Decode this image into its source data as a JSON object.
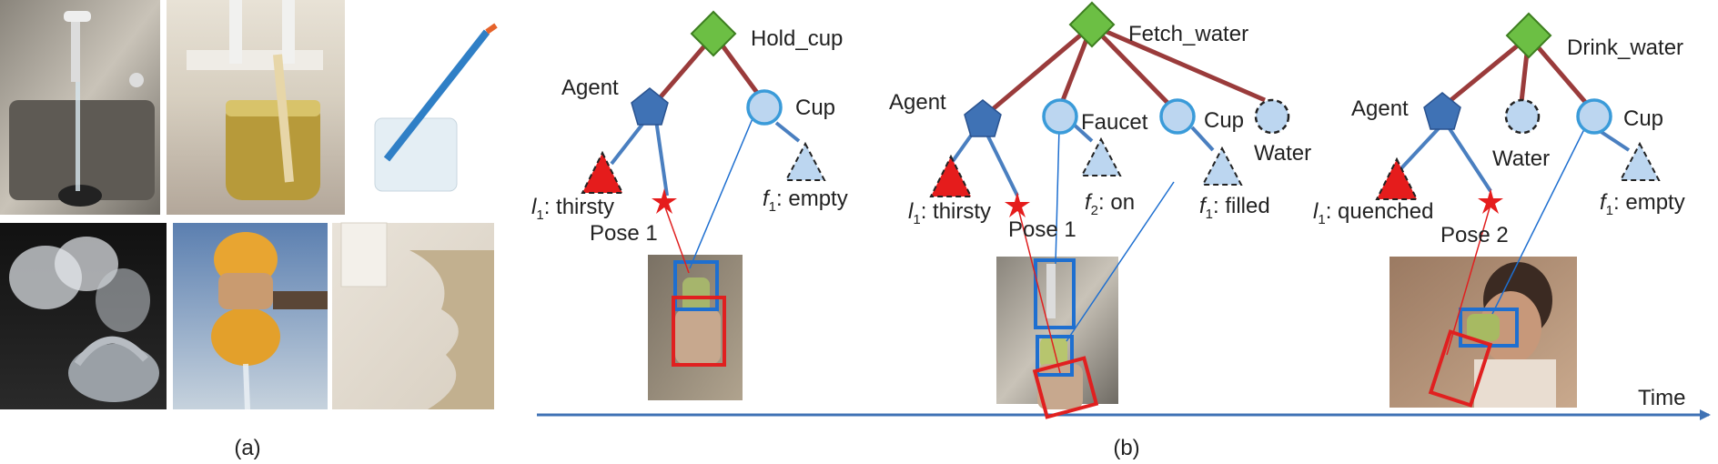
{
  "panel_a": {
    "caption": "(a)",
    "photos": [
      {
        "id": "faucet-sink-photo"
      },
      {
        "id": "juice-jar-photo"
      },
      {
        "id": "pencil-glass-photo"
      },
      {
        "id": "kettle-steam-photo"
      },
      {
        "id": "squeeze-sponge-photo"
      },
      {
        "id": "wet-floor-photo"
      }
    ]
  },
  "panel_b": {
    "caption": "(b)",
    "time_label": "Time",
    "graphs": [
      {
        "action": "Hold_cup",
        "agent": "Agent",
        "cup": "Cup",
        "fluent_agent": {
          "sym": "l",
          "sub": "1",
          "text": ": thirsty"
        },
        "fluent_cup": {
          "sym": "f",
          "sub": "1",
          "text": ": empty"
        },
        "pose": "Pose 1"
      },
      {
        "action": "Fetch_water",
        "agent": "Agent",
        "faucet": "Faucet",
        "cup": "Cup",
        "water": "Water",
        "fluent_agent": {
          "sym": "l",
          "sub": "1",
          "text": ": thirsty"
        },
        "fluent_faucet": {
          "sym": "f",
          "sub": "2",
          "text": ": on"
        },
        "fluent_cup": {
          "sym": "f",
          "sub": "1",
          "text": ": filled"
        },
        "pose": "Pose 1"
      },
      {
        "action": "Drink_water",
        "agent": "Agent",
        "water": "Water",
        "cup": "Cup",
        "fluent_agent": {
          "sym": "l",
          "sub": "1",
          "text": ": quenched"
        },
        "fluent_cup": {
          "sym": "f",
          "sub": "1",
          "text": ": empty"
        },
        "pose": "Pose 2"
      }
    ]
  },
  "colors": {
    "edge": "#9a3b3b",
    "blue_edge": "#4a7fc0",
    "action_node": "#6cbf44",
    "agent_node": "#3f72b5",
    "object_node": "#bcd6f0",
    "object_stroke": "#3a9bd9",
    "fluent_red": "#e51c1c",
    "pose_star": "#e51c1c",
    "box_blue": "#1e6fd0",
    "box_red": "#e02020",
    "time_arrow": "#3f72b5"
  }
}
